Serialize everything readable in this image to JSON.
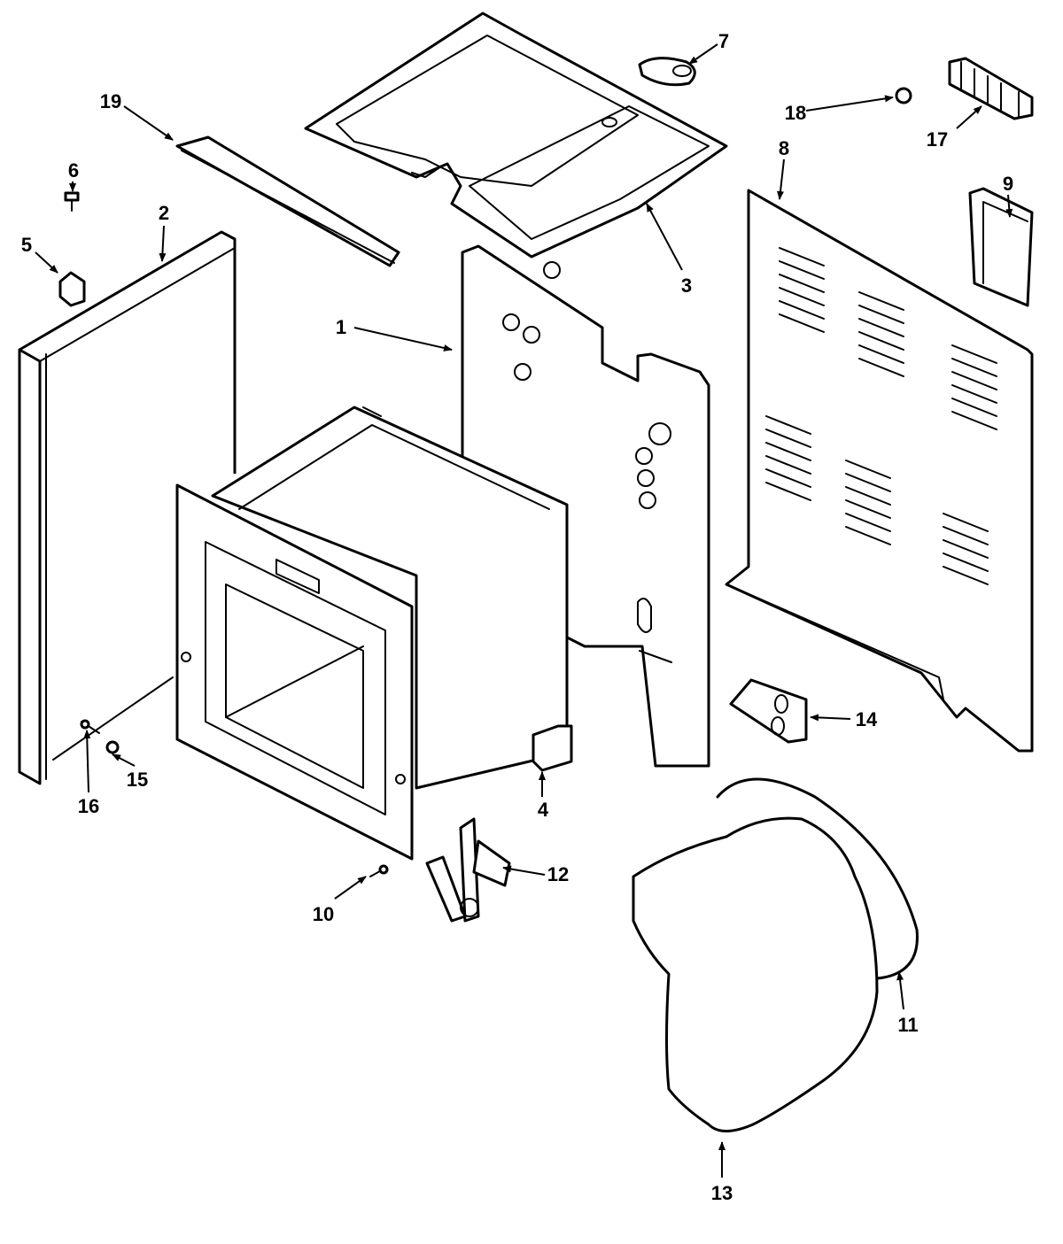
{
  "labels": {
    "p1": "1",
    "p2": "2",
    "p3": "3",
    "p4": "4",
    "p5": "5",
    "p6": "6",
    "p7": "7",
    "p8": "8",
    "p9": "9",
    "p10": "10",
    "p11": "11",
    "p12": "12",
    "p13": "13",
    "p14": "14",
    "p15": "15",
    "p16": "16",
    "p17": "17",
    "p18": "18",
    "p19": "19"
  }
}
